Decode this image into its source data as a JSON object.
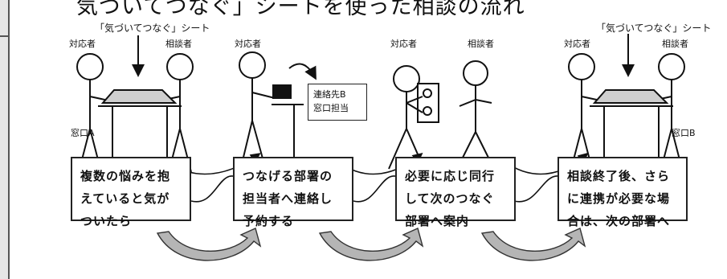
{
  "title": "気づいてつなぐ」シートを使った相談の流れ",
  "sheet_label": "「気づいてつなぐ」シート",
  "roles": {
    "responder": "対応者",
    "consultee": "相談者"
  },
  "windows": {
    "a": "窓口A",
    "b": "窓口B"
  },
  "contact_note": "連絡先B\n窓口担当",
  "steps": [
    "複数の悩みを抱\nえていると気が\nついたら",
    "つなげる部署の\n担当者へ連絡し\n予約する",
    "必要に応じ同行\nして次のつなぐ\n部署へ案内",
    "相談終了後、さら\nに連携が必要な場\n合は、次の部署へ"
  ]
}
